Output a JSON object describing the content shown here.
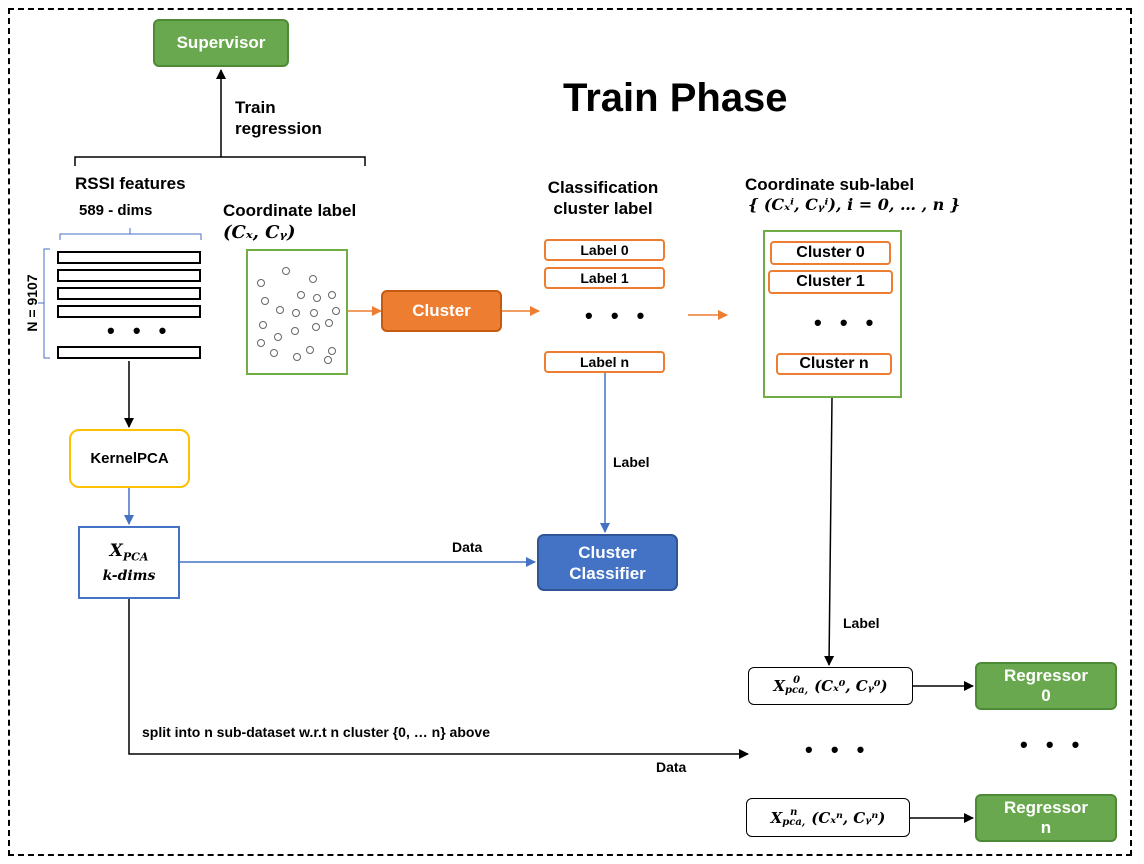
{
  "title": "Train Phase",
  "supervisor": {
    "label": "Supervisor"
  },
  "train_regression": {
    "line1": "Train",
    "line2": "regression"
  },
  "rssi": {
    "title": "RSSI features",
    "dims": "589 - dims",
    "n_label": "N = 9107",
    "ellipsis": "• • •"
  },
  "coordinate_label": {
    "title": "Coordinate label",
    "formula": "(Cₓ, Cᵧ)"
  },
  "cluster_button": {
    "label": "Cluster"
  },
  "classification": {
    "title_line1": "Classification",
    "title_line2": "cluster label",
    "labels": [
      "Label 0",
      "Label 1",
      "Label n"
    ],
    "ellipsis": "• • •"
  },
  "sub_label": {
    "title": "Coordinate sub-label",
    "formula": "{ (Cₓⁱ, Cᵧⁱ),  i = 0, … , n }",
    "clusters": [
      "Cluster 0",
      "Cluster 1",
      "Cluster n"
    ],
    "ellipsis": "• • •"
  },
  "kernel_pca": {
    "label": "KernelPCA"
  },
  "xpca": {
    "line1": "X",
    "sub": "PCA",
    "line2": "k-dims"
  },
  "cluster_classifier": {
    "line1": "Cluster",
    "line2": "Classifier"
  },
  "edge_labels": {
    "label_blue": "Label",
    "data_blue": "Data",
    "label_black": "Label",
    "data_black": "Data",
    "split": "split into n sub-dataset w.r.t n cluster {0, …  n} above"
  },
  "subsets": [
    {
      "x": "X",
      "sup": "0",
      "sub": "pca,",
      "coords": "(Cₓ⁰, Cᵧ⁰)"
    },
    {
      "x": "X",
      "sup": "n",
      "sub": "pca,",
      "coords": "(Cₓⁿ, Cᵧⁿ)"
    }
  ],
  "regressors": [
    {
      "line1": "Regressor",
      "line2": "0"
    },
    {
      "line1": "Regressor",
      "line2": "n"
    }
  ],
  "middle_ellipsis": "• • •",
  "right_ellipsis": "• • •",
  "colors": {
    "green": "#6aa84f",
    "orange": "#ed7d31",
    "blue": "#4472c4",
    "yellow": "#ffc000"
  }
}
